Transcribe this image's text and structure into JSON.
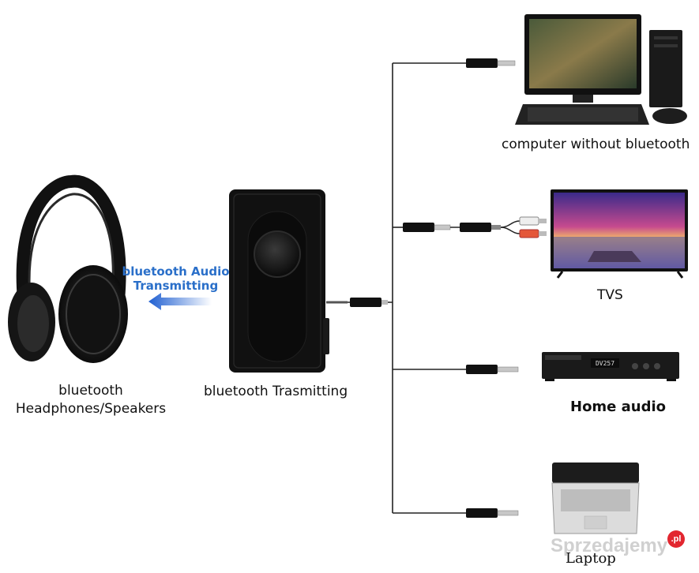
{
  "labels": {
    "headphones_line1": "bluetooth",
    "headphones_line2": "Headphones/Speakers",
    "transmitter": "bluetooth Trasmitting",
    "computer": "computer without bluetooth",
    "tv": "TVS",
    "home_audio": "Home audio",
    "laptop": "Laptop",
    "transmit_line1": "bluetooth Audio",
    "transmit_line2": "Transmitting"
  },
  "screen_text": {
    "home_audio_display": "DV257"
  },
  "watermark": {
    "brand": "Sprzedajemy",
    "domain": ".pl"
  },
  "colors": {
    "accent_blue": "#2a6fc9",
    "device_black": "#111111",
    "line": "#222222",
    "watermark_red": "#e2262f"
  }
}
